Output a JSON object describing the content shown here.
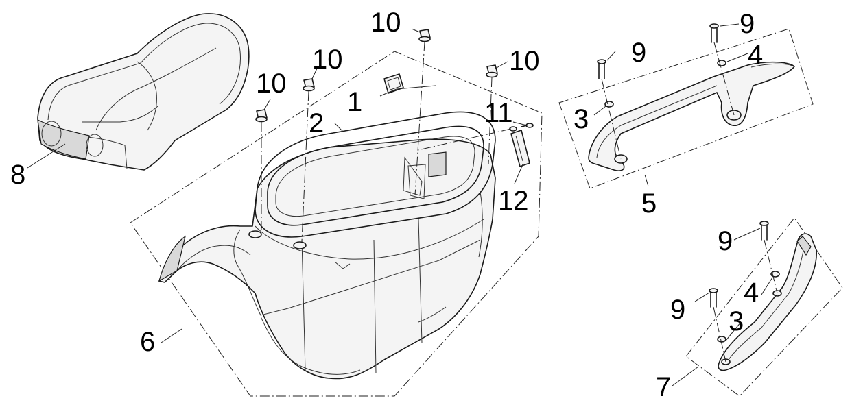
{
  "diagram": {
    "callouts": {
      "c1": "1",
      "c2": "2",
      "c3a": "3",
      "c3b": "3",
      "c4a": "4",
      "c4b": "4",
      "c5": "5",
      "c6": "6",
      "c7": "7",
      "c8": "8",
      "c9a": "9",
      "c9b": "9",
      "c9c": "9",
      "c9d": "9",
      "c10a": "10",
      "c10b": "10",
      "c10c": "10",
      "c10d": "10",
      "c11": "11",
      "c12": "12"
    }
  }
}
